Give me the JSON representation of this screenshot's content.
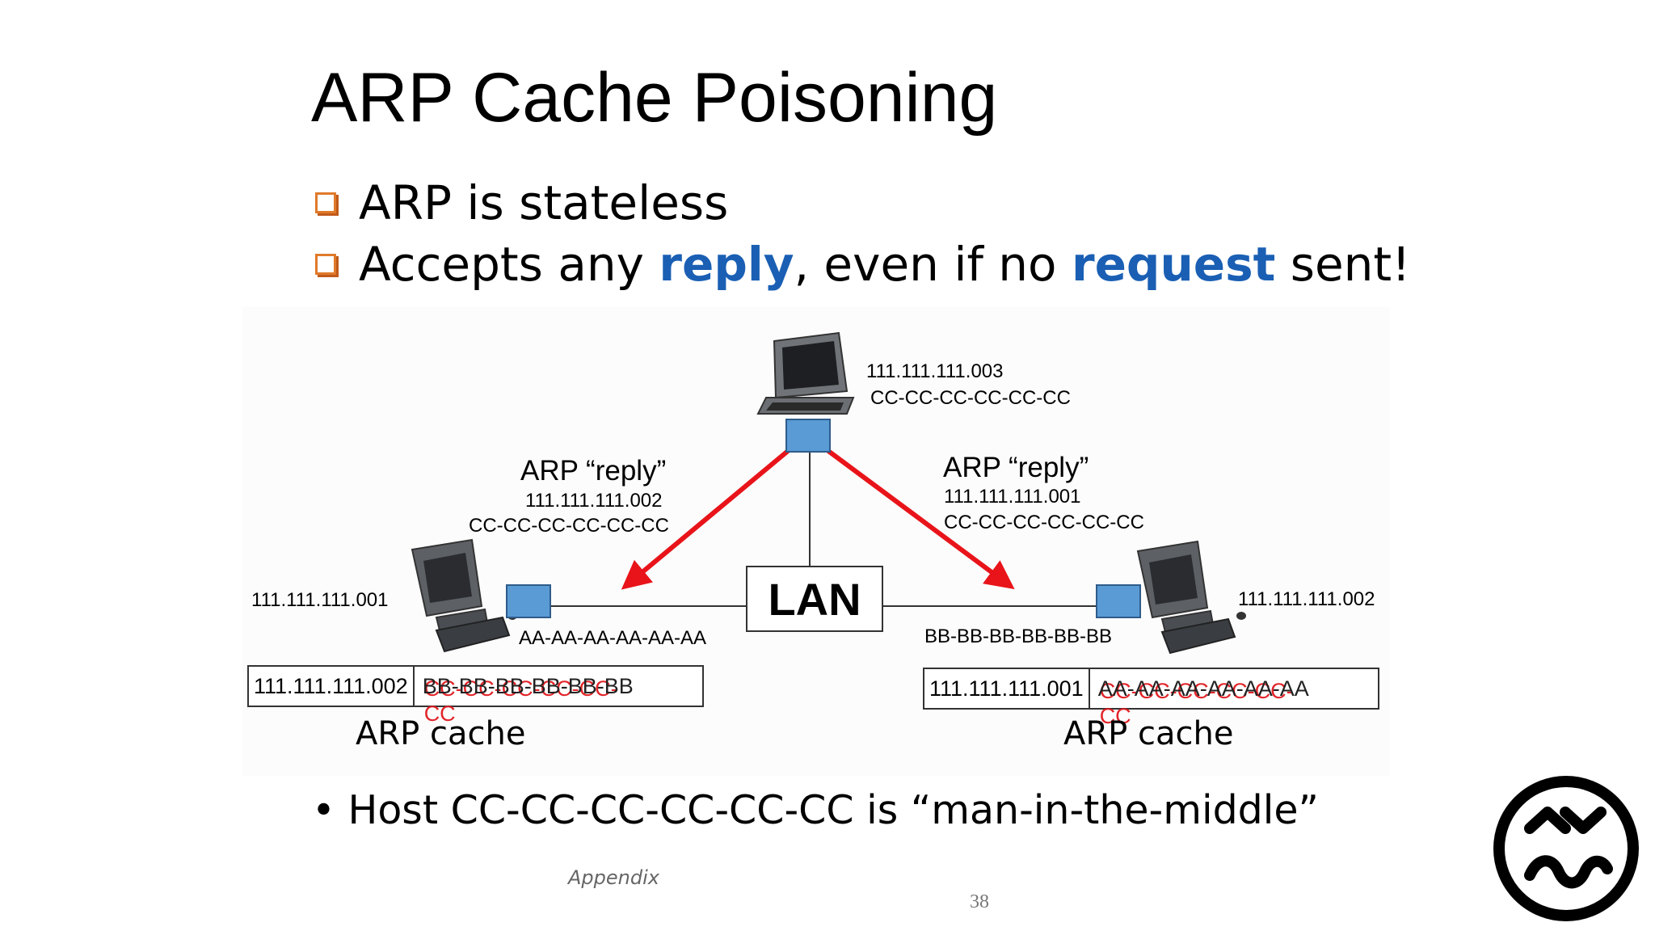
{
  "slide": {
    "title": "ARP Cache Poisoning",
    "bullets": [
      {
        "parts": [
          "ARP is stateless"
        ]
      },
      {
        "parts": [
          "Accepts any ",
          "reply",
          ", even if no ",
          "request",
          " sent!"
        ]
      }
    ],
    "footer_bullet": "Host CC-CC-CC-CC-CC-CC is “man-in-the-middle”",
    "appendix": "Appendix",
    "page_number": "38"
  },
  "diagram": {
    "attacker": {
      "ip": "111.111.111.003",
      "mac": "CC-CC-CC-CC-CC-CC"
    },
    "left_host": {
      "ip": "111.111.111.001",
      "mac": "AA-AA-AA-AA-AA-AA"
    },
    "right_host": {
      "ip": "111.111.111.002",
      "mac": "BB-BB-BB-BB-BB-BB"
    },
    "lan_label": "LAN",
    "left_reply": {
      "title": "ARP “reply”",
      "ip": "111.111.111.002",
      "mac": "CC-CC-CC-CC-CC-CC"
    },
    "right_reply": {
      "title": "ARP “reply”",
      "ip": "111.111.111.001",
      "mac": "CC-CC-CC-CC-CC-CC"
    },
    "left_cache": {
      "ip": "111.111.111.002",
      "old_mac": "BB-BB-BB-BB-BB-BB",
      "new_mac": "CC-CC-CC-CC-CC-CC",
      "caption": "ARP cache"
    },
    "right_cache": {
      "ip": "111.111.111.001",
      "old_mac": "AA-AA-AA-AA-AA-AA",
      "new_mac": "CC-CC-CC-CC-CC-CC",
      "caption": "ARP cache"
    },
    "colors": {
      "arrow": "#e8141a",
      "node": "#5a9bd5",
      "highlight": "#1a5fb4",
      "bullet_box": "#e07a2a"
    }
  }
}
